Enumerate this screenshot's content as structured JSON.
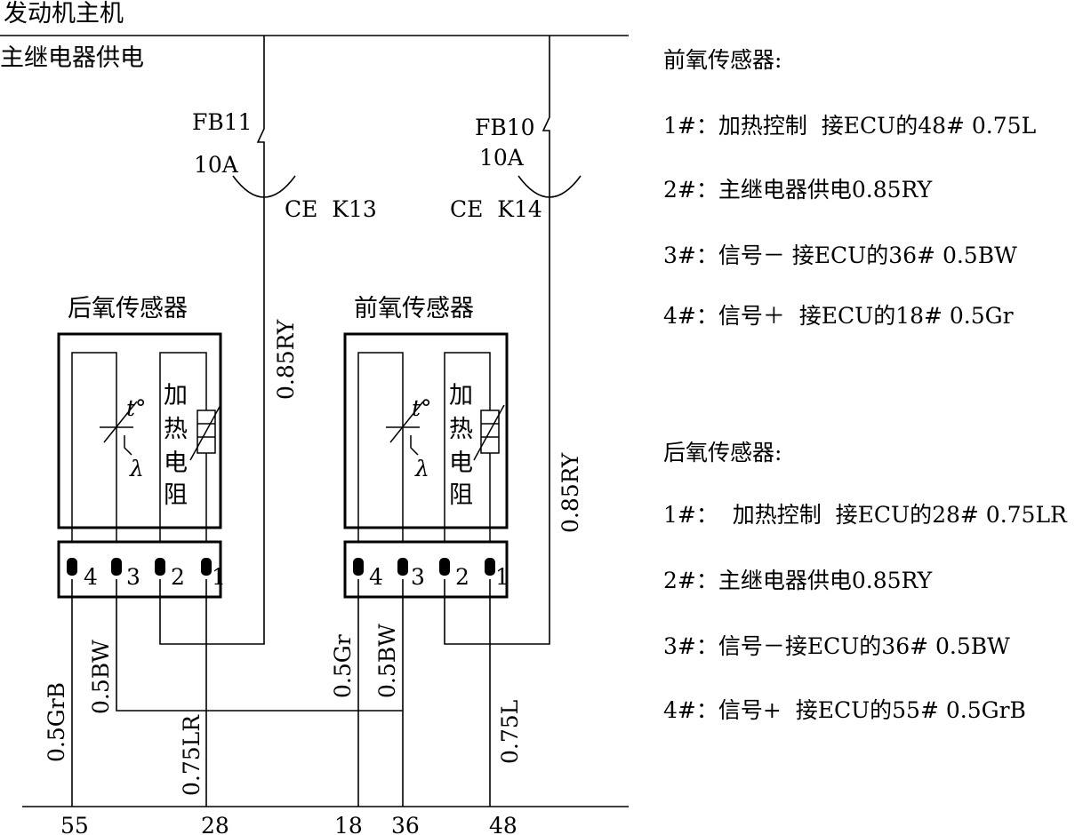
{
  "header": {
    "main_power": "发动机主机",
    "relay_supply": "主继电器供电"
  },
  "fuses": [
    {
      "name": "FB11",
      "rating": "10A",
      "connector": "CE  K13"
    },
    {
      "name": "FB10",
      "rating": "10A",
      "connector": "CE  K14"
    }
  ],
  "sensors": [
    {
      "title": "后氧传感器",
      "heater_label": [
        "加",
        "热",
        "电",
        "阻"
      ],
      "temp_symbol": "t°",
      "lambda_symbol": "λ",
      "pins": [
        "4",
        "3",
        "2",
        "1"
      ]
    },
    {
      "title": "前氧传感器",
      "heater_label": [
        "加",
        "热",
        "电",
        "阻"
      ],
      "temp_symbol": "t°",
      "lambda_symbol": "λ",
      "pins": [
        "4",
        "3",
        "2",
        "1"
      ]
    }
  ],
  "wires": {
    "feed_rear": "0.85RY",
    "feed_front": "0.85RY",
    "rear_pin4": "0.5GrB",
    "rear_pin3": "0.5BW",
    "rear_pin1": "0.75LR",
    "front_pin4": "0.5Gr",
    "front_pin3": "0.5BW",
    "front_pin1": "0.75L"
  },
  "ecu_pins": [
    "55",
    "28",
    "18",
    "36",
    "48"
  ],
  "legend": {
    "front": {
      "title": "前氧传感器:",
      "lines": [
        "1#：加热控制  接ECU的48# 0.75L",
        "2#：主继电器供电0.85RY",
        "3#：信号－ 接ECU的36# 0.5BW",
        "4#：信号＋  接ECU的18# 0.5Gr"
      ]
    },
    "rear": {
      "title": "后氧传感器:",
      "lines": [
        "1#：  加热控制  接ECU的28# 0.75LR",
        "2#：主继电器供电0.85RY",
        "3#：信号－接ECU的36# 0.5BW",
        "4#：信号+  接ECU的55# 0.5GrB"
      ]
    }
  }
}
